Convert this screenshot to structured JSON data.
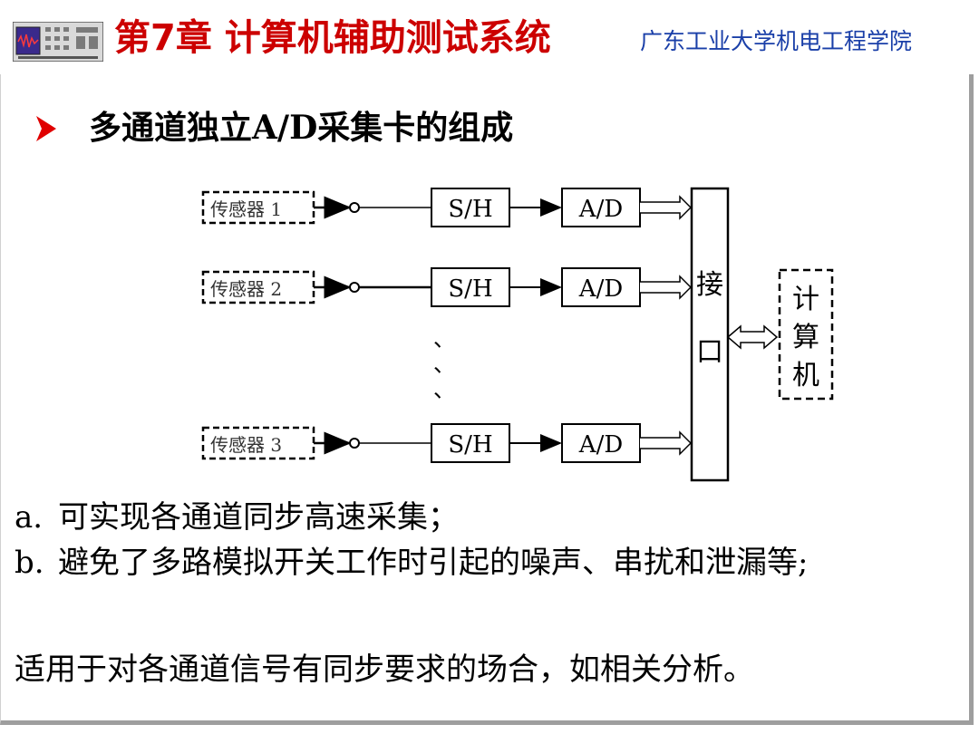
{
  "header": {
    "chapter_title": "第7章 计算机辅助测试系统",
    "school_name": "广东工业大学机电工程学院",
    "logo_icon": "instrument-panel-icon"
  },
  "slide": {
    "bullet_icon": "arrow-bullet-icon",
    "heading": "多通道独立A/D采集卡的组成"
  },
  "diagram": {
    "channels": [
      {
        "sensor": "传感器 1",
        "sh": "S/H",
        "ad": "A/D"
      },
      {
        "sensor": "传感器 2",
        "sh": "S/H",
        "ad": "A/D"
      },
      {
        "sensor": "传感器 3",
        "sh": "S/H",
        "ad": "A/D"
      }
    ],
    "ellipsis": [
      "、",
      "、",
      "、"
    ],
    "interface_label": [
      "接",
      "口"
    ],
    "computer_label": [
      "计",
      "算",
      "机"
    ]
  },
  "points": [
    {
      "marker": "a.",
      "text": "可实现各通道同步高速采集；"
    },
    {
      "marker": "b.",
      "text": "避免了多路模拟开关工作时引起的噪声、串扰和泄漏等;"
    }
  ],
  "summary": "适用于对各通道信号有同步要求的场合，如相关分析。",
  "colors": {
    "title_red": "#cc0000",
    "school_blue": "#1a3fa8",
    "bullet_red": "#e00000"
  }
}
